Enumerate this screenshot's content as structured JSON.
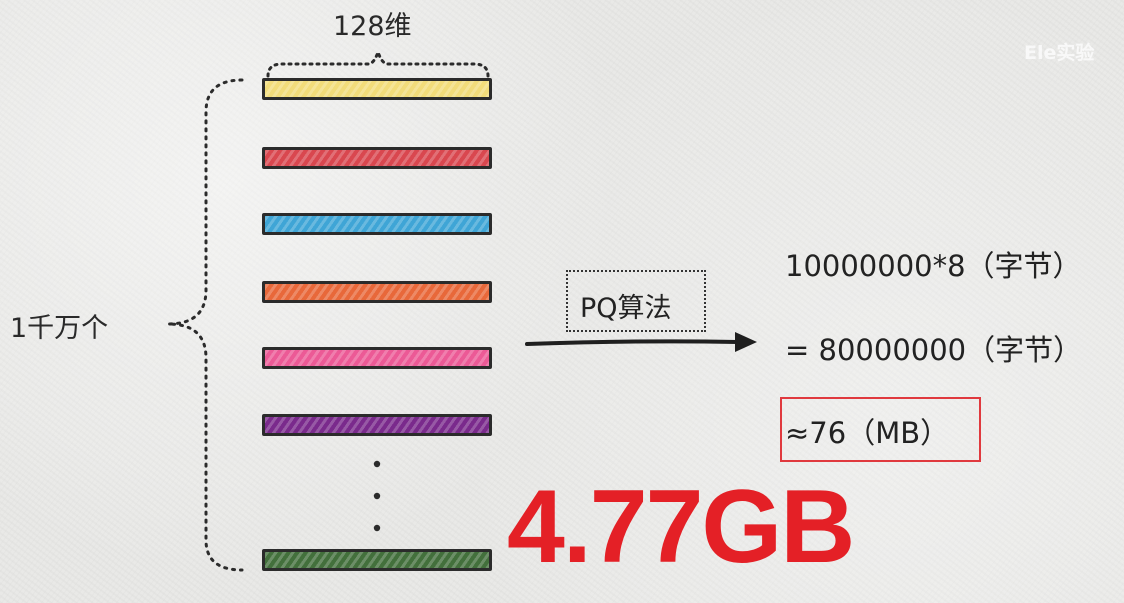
{
  "watermark": "Ele实验",
  "dimension_label": "128维",
  "count_label": "1千万个",
  "method_label": "PQ算法",
  "calc_lines": [
    "10000000*8（字节）",
    "= 80000000（字节）",
    "≈76（MB）"
  ],
  "original_size": "4.77GB",
  "vectors": [
    {
      "color": "#f2dc7a"
    },
    {
      "color": "#d9474f"
    },
    {
      "color": "#3fa5d6"
    },
    {
      "color": "#e8683a"
    },
    {
      "color": "#ec5a96"
    },
    {
      "color": "#7a2a8c"
    },
    {
      "color": "#43703c"
    }
  ],
  "highlight_color": "#e0393e",
  "big_text_color": "#e42026"
}
